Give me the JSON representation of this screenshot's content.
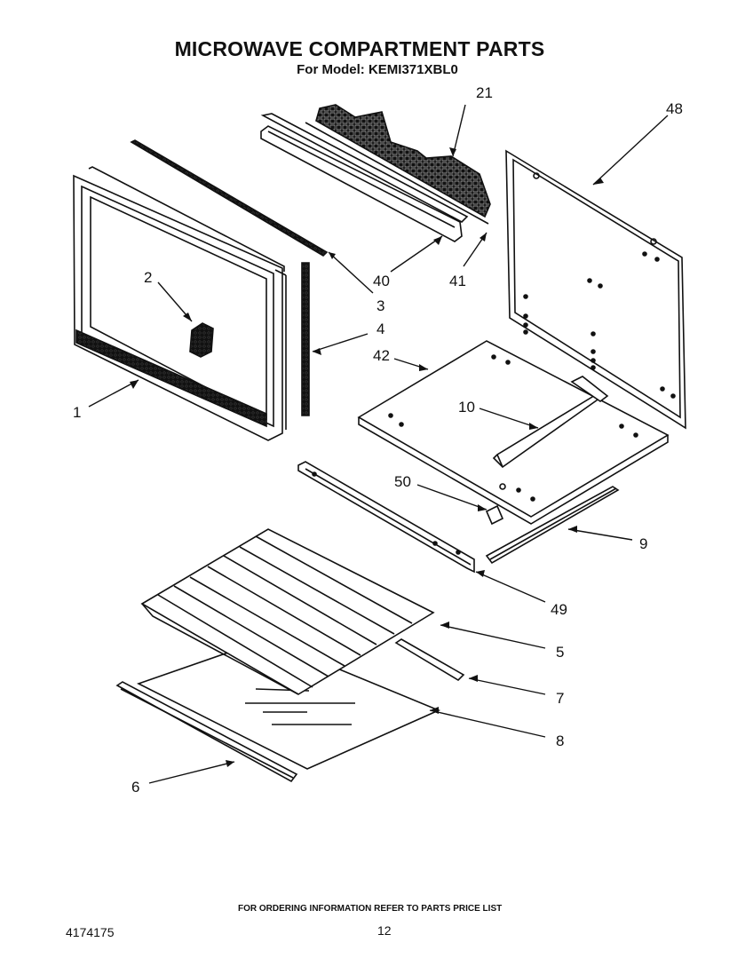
{
  "header": {
    "title": "MICROWAVE COMPARTMENT PARTS",
    "model_line": "For Model: KEMI371XBL0"
  },
  "callouts": [
    "1",
    "2",
    "3",
    "4",
    "5",
    "6",
    "7",
    "8",
    "9",
    "10",
    "21",
    "40",
    "41",
    "42",
    "48",
    "49",
    "50"
  ],
  "footer": {
    "ordering_note": "FOR ORDERING INFORMATION REFER TO PARTS PRICE LIST",
    "document_number": "4174175",
    "page_number": "12"
  }
}
